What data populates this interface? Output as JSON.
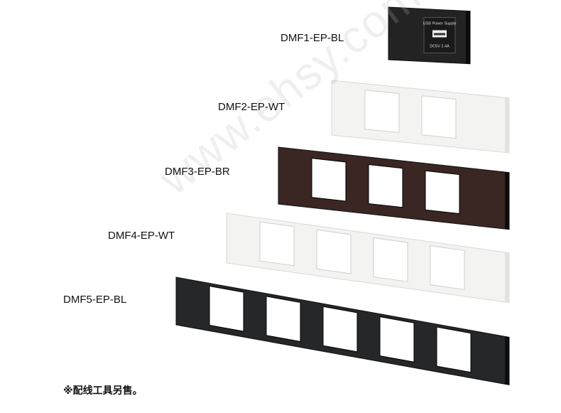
{
  "products": [
    {
      "model": "DMF1-EP-BL",
      "color": "#232323",
      "holes": 0,
      "usb_module": {
        "top_text": "USB Power Supply",
        "bottom_text": "DC5V 2.4A"
      }
    },
    {
      "model": "DMF2-EP-WT",
      "color": "#f3f3f1",
      "holes": 2
    },
    {
      "model": "DMF3-EP-BR",
      "color": "#3a2622",
      "holes": 3
    },
    {
      "model": "DMF4-EP-WT",
      "color": "#f3f3f1",
      "holes": 4
    },
    {
      "model": "DMF5-EP-BL",
      "color": "#262729",
      "holes": 5
    }
  ],
  "watermark": "www.ehsy.com",
  "footnote": "※配线工具另售。"
}
